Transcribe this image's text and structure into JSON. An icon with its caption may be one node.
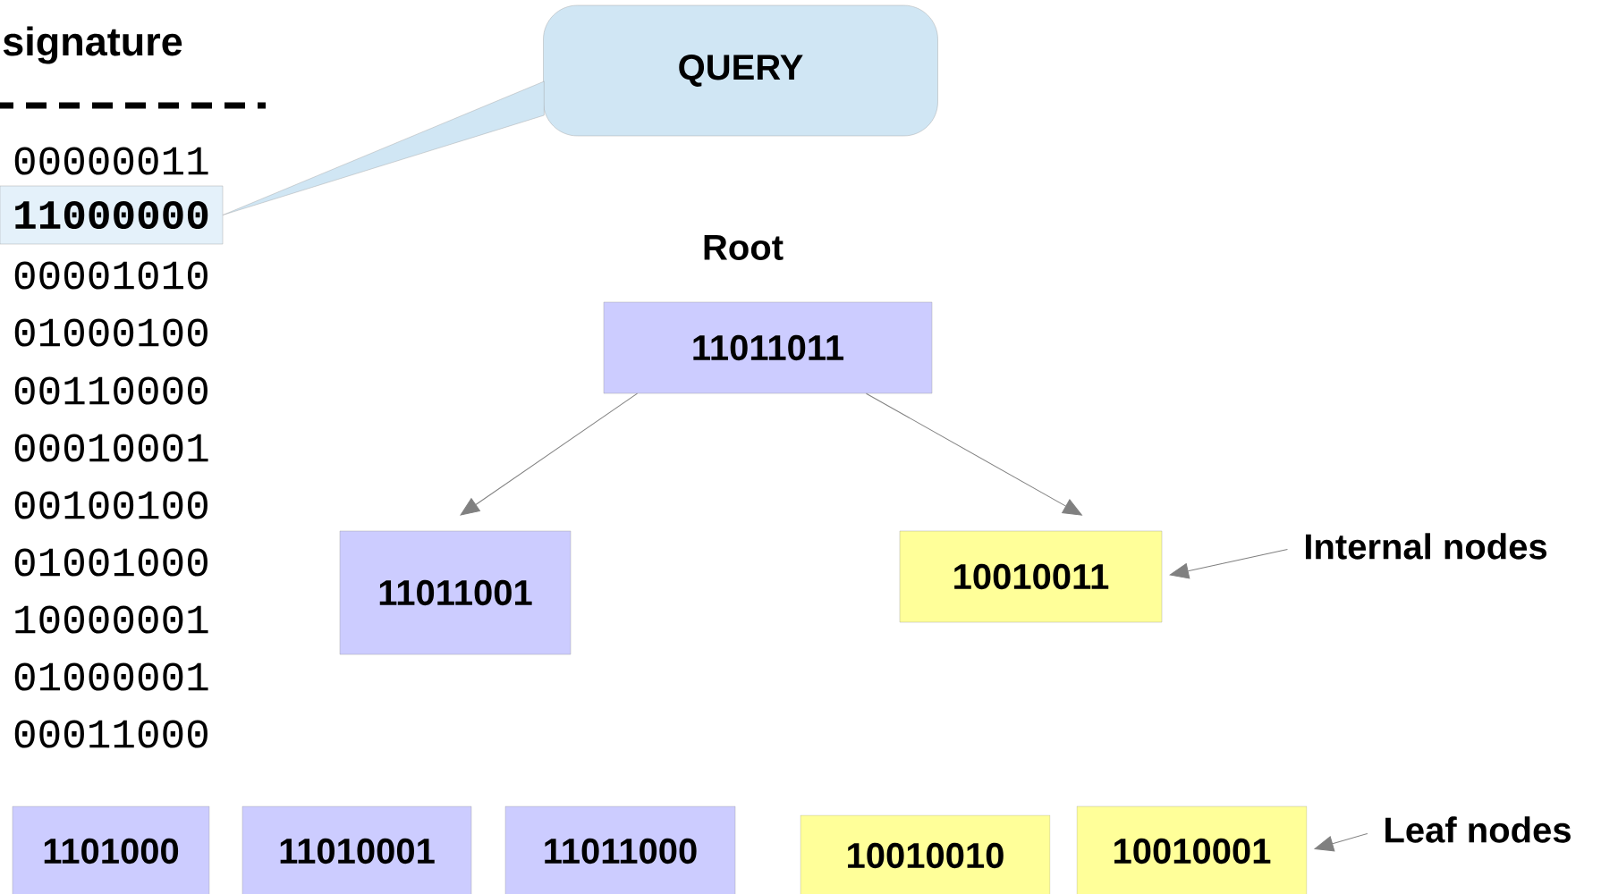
{
  "diagram": {
    "nodes": [
      {
        "text": [
          "11000000"
        ]
      },
      {
        "text": [
          "QUERY"
        ]
      },
      {
        "text": [
          "11011011"
        ],
        "beside": [
          "Root"
        ]
      },
      {
        "text": [
          "11011001"
        ]
      },
      {
        "text": [
          "10010011"
        ]
      },
      {
        "text": [
          "1101000"
        ]
      },
      {
        "text": [
          "11010001"
        ]
      },
      {
        "text": [
          "11011000"
        ]
      },
      {
        "text": [
          "10010010"
        ]
      },
      {
        "text": [
          "10010001"
        ]
      },
      {
        "text": [
          "Internal nodes"
        ]
      },
      {
        "text": [
          "Leaf nodes"
        ]
      }
    ],
    "edges": [
      {
        "from": 1,
        "to": 0,
        "arrow": "none"
      },
      {
        "from": 2,
        "to": 3,
        "arrow": "to"
      },
      {
        "from": 2,
        "to": 4,
        "arrow": "to"
      },
      {
        "from": 10,
        "to": 4,
        "arrow": "to"
      },
      {
        "from": 11,
        "to": 9,
        "arrow": "to"
      }
    ],
    "labels": [
      "signature",
      "00000011",
      "00001010",
      "01000100",
      "00110000",
      "00010001",
      "00100100",
      "01001000",
      "10000001",
      "01000001",
      "00011000"
    ]
  }
}
